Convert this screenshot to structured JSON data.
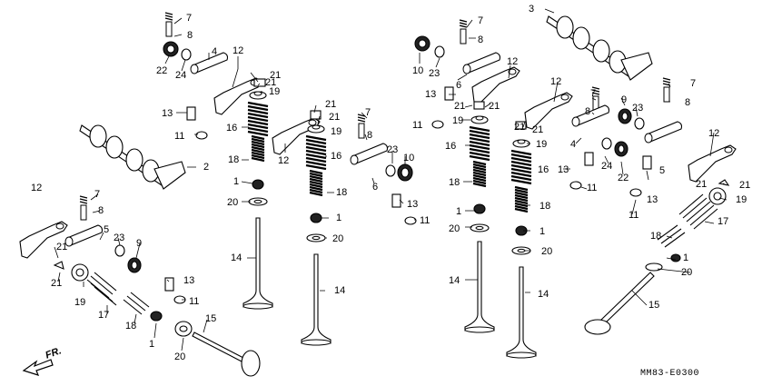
{
  "diagram_code": "MM83-E0300",
  "direction_label": "FR.",
  "callouts": [
    {
      "id": "c1",
      "text": "7"
    },
    {
      "id": "c2",
      "text": "8"
    },
    {
      "id": "c3",
      "text": "22"
    },
    {
      "id": "c4",
      "text": "24"
    },
    {
      "id": "c5",
      "text": "4"
    },
    {
      "id": "c6",
      "text": "12"
    },
    {
      "id": "c7",
      "text": "21"
    },
    {
      "id": "c8",
      "text": "21"
    },
    {
      "id": "c9",
      "text": "19"
    },
    {
      "id": "c10",
      "text": "13"
    },
    {
      "id": "c11",
      "text": "11"
    },
    {
      "id": "c12",
      "text": "16"
    },
    {
      "id": "c13",
      "text": "2"
    },
    {
      "id": "c14",
      "text": "18"
    },
    {
      "id": "c15",
      "text": "12"
    },
    {
      "id": "c16",
      "text": "1"
    },
    {
      "id": "c17",
      "text": "20"
    },
    {
      "id": "c18",
      "text": "14"
    },
    {
      "id": "c19",
      "text": "21"
    },
    {
      "id": "c20",
      "text": "21"
    },
    {
      "id": "c21",
      "text": "19"
    },
    {
      "id": "c22",
      "text": "16"
    },
    {
      "id": "c23",
      "text": "18"
    },
    {
      "id": "c24",
      "text": "1"
    },
    {
      "id": "c25",
      "text": "20"
    },
    {
      "id": "c26",
      "text": "14"
    },
    {
      "id": "c27",
      "text": "7"
    },
    {
      "id": "c28",
      "text": "8"
    },
    {
      "id": "c29",
      "text": "23"
    },
    {
      "id": "c30",
      "text": "10"
    },
    {
      "id": "c31",
      "text": "6"
    },
    {
      "id": "c32",
      "text": "13"
    },
    {
      "id": "c33",
      "text": "11"
    },
    {
      "id": "c34",
      "text": "12"
    },
    {
      "id": "c35",
      "text": "7"
    },
    {
      "id": "c36",
      "text": "8"
    },
    {
      "id": "c37",
      "text": "5"
    },
    {
      "id": "c38",
      "text": "23"
    },
    {
      "id": "c39",
      "text": "9"
    },
    {
      "id": "c40",
      "text": "21"
    },
    {
      "id": "c41",
      "text": "21"
    },
    {
      "id": "c42",
      "text": "13"
    },
    {
      "id": "c43",
      "text": "19"
    },
    {
      "id": "c44",
      "text": "11"
    },
    {
      "id": "c45",
      "text": "17"
    },
    {
      "id": "c46",
      "text": "18"
    },
    {
      "id": "c47",
      "text": "1"
    },
    {
      "id": "c48",
      "text": "15"
    },
    {
      "id": "c49",
      "text": "20"
    },
    {
      "id": "c50",
      "text": "7"
    },
    {
      "id": "c51",
      "text": "8"
    },
    {
      "id": "c52",
      "text": "10"
    },
    {
      "id": "c53",
      "text": "23"
    },
    {
      "id": "c54",
      "text": "6"
    },
    {
      "id": "c55",
      "text": "12"
    },
    {
      "id": "c56",
      "text": "13"
    },
    {
      "id": "c57",
      "text": "21"
    },
    {
      "id": "c58",
      "text": "21"
    },
    {
      "id": "c59",
      "text": "11"
    },
    {
      "id": "c60",
      "text": "19"
    },
    {
      "id": "c61",
      "text": "16"
    },
    {
      "id": "c62",
      "text": "18"
    },
    {
      "id": "c63",
      "text": "1"
    },
    {
      "id": "c64",
      "text": "20"
    },
    {
      "id": "c65",
      "text": "14"
    },
    {
      "id": "c66",
      "text": "3"
    },
    {
      "id": "c67",
      "text": "12"
    },
    {
      "id": "c68",
      "text": "21"
    },
    {
      "id": "c69",
      "text": "21"
    },
    {
      "id": "c70",
      "text": "19"
    },
    {
      "id": "c71",
      "text": "16"
    },
    {
      "id": "c72",
      "text": "18"
    },
    {
      "id": "c73",
      "text": "1"
    },
    {
      "id": "c74",
      "text": "20"
    },
    {
      "id": "c75",
      "text": "14"
    },
    {
      "id": "c76",
      "text": "7"
    },
    {
      "id": "c77",
      "text": "8"
    },
    {
      "id": "c78",
      "text": "9"
    },
    {
      "id": "c79",
      "text": "23"
    },
    {
      "id": "c80",
      "text": "4"
    },
    {
      "id": "c81",
      "text": "13"
    },
    {
      "id": "c82",
      "text": "24"
    },
    {
      "id": "c83",
      "text": "22"
    },
    {
      "id": "c84",
      "text": "11"
    },
    {
      "id": "c85",
      "text": "7"
    },
    {
      "id": "c86",
      "text": "8"
    },
    {
      "id": "c87",
      "text": "5"
    },
    {
      "id": "c88",
      "text": "13"
    },
    {
      "id": "c89",
      "text": "11"
    },
    {
      "id": "c90",
      "text": "12"
    },
    {
      "id": "c91",
      "text": "21"
    },
    {
      "id": "c92",
      "text": "21"
    },
    {
      "id": "c93",
      "text": "19"
    },
    {
      "id": "c94",
      "text": "17"
    },
    {
      "id": "c95",
      "text": "18"
    },
    {
      "id": "c96",
      "text": "1"
    },
    {
      "id": "c97",
      "text": "20"
    },
    {
      "id": "c98",
      "text": "15"
    }
  ]
}
